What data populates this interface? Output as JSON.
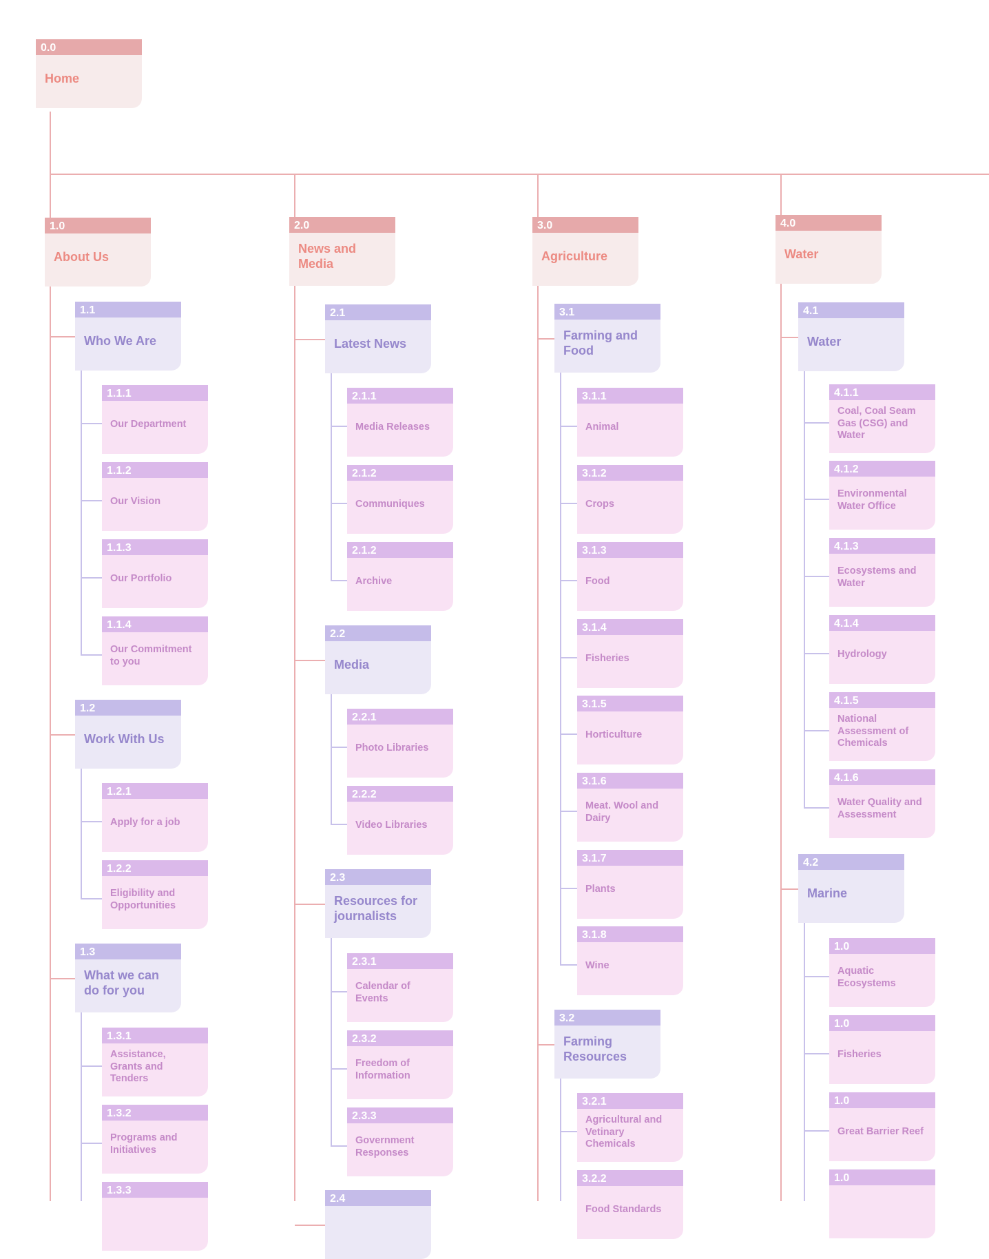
{
  "colors": {
    "connector_level0": "#ebaeb0",
    "connector_level1": "#c8c1ea",
    "l0_header": "#e6a9aa",
    "l0_body": "#f7ebeb",
    "l0_text": "#ec8a82",
    "l1_header": "#c5bce9",
    "l1_body": "#ebe8f6",
    "l1_text": "#9687cc",
    "l2_header": "#dbb9ea",
    "l2_body": "#f9e2f4",
    "l2_text": "#c58ac8"
  },
  "sitemap": {
    "root": {
      "id": "0.0",
      "label": "Home"
    },
    "sections": [
      {
        "id": "1.0",
        "label": "About Us",
        "groups": [
          {
            "id": "1.1",
            "label": "Who We Are",
            "pages": [
              {
                "id": "1.1.1",
                "label": "Our Department"
              },
              {
                "id": "1.1.2",
                "label": "Our Vision"
              },
              {
                "id": "1.1.3",
                "label": "Our Portfolio"
              },
              {
                "id": "1.1.4",
                "label": "Our Commitment to you"
              }
            ]
          },
          {
            "id": "1.2",
            "label": "Work With Us",
            "pages": [
              {
                "id": "1.2.1",
                "label": "Apply for a job"
              },
              {
                "id": "1.2.2",
                "label": "Eligibility and Opportunities"
              }
            ]
          },
          {
            "id": "1.3",
            "label": "What we can do for you",
            "pages": [
              {
                "id": "1.3.1",
                "label": "Assistance, Grants and Tenders"
              },
              {
                "id": "1.3.2",
                "label": "Programs and Initiatives"
              },
              {
                "id": "1.3.3",
                "label": ""
              }
            ]
          }
        ]
      },
      {
        "id": "2.0",
        "label": "News and Media",
        "groups": [
          {
            "id": "2.1",
            "label": "Latest News",
            "pages": [
              {
                "id": "2.1.1",
                "label": "Media Releases"
              },
              {
                "id": "2.1.2",
                "label": "Communiques"
              },
              {
                "id": "2.1.2",
                "label": "Archive"
              }
            ]
          },
          {
            "id": "2.2",
            "label": "Media",
            "pages": [
              {
                "id": "2.2.1",
                "label": "Photo Libraries"
              },
              {
                "id": "2.2.2",
                "label": "Video Libraries"
              }
            ]
          },
          {
            "id": "2.3",
            "label": "Resources for journalists",
            "pages": [
              {
                "id": "2.3.1",
                "label": "Calendar of Events"
              },
              {
                "id": "2.3.2",
                "label": "Freedom of Information"
              },
              {
                "id": "2.3.3",
                "label": "Government Responses"
              }
            ]
          },
          {
            "id": "2.4",
            "label": "",
            "pages": []
          }
        ]
      },
      {
        "id": "3.0",
        "label": "Agriculture",
        "groups": [
          {
            "id": "3.1",
            "label": "Farming and Food",
            "pages": [
              {
                "id": "3.1.1",
                "label": "Animal"
              },
              {
                "id": "3.1.2",
                "label": "Crops"
              },
              {
                "id": "3.1.3",
                "label": "Food"
              },
              {
                "id": "3.1.4",
                "label": "Fisheries"
              },
              {
                "id": "3.1.5",
                "label": "Horticulture"
              },
              {
                "id": "3.1.6",
                "label": "Meat. Wool and Dairy"
              },
              {
                "id": "3.1.7",
                "label": "Plants"
              },
              {
                "id": "3.1.8",
                "label": "Wine"
              }
            ]
          },
          {
            "id": "3.2",
            "label": "Farming Resources",
            "pages": [
              {
                "id": "3.2.1",
                "label": "Agricultural and Vetinary Chemicals"
              },
              {
                "id": "3.2.2",
                "label": "Food Standards"
              }
            ]
          }
        ]
      },
      {
        "id": "4.0",
        "label": "Water",
        "groups": [
          {
            "id": "4.1",
            "label": "Water",
            "pages": [
              {
                "id": "4.1.1",
                "label": "Coal, Coal Seam Gas (CSG) and Water"
              },
              {
                "id": "4.1.2",
                "label": "Environmental Water Office"
              },
              {
                "id": "4.1.3",
                "label": "Ecosystems and Water"
              },
              {
                "id": "4.1.4",
                "label": "Hydrology"
              },
              {
                "id": "4.1.5",
                "label": "National Assessment of Chemicals"
              },
              {
                "id": "4.1.6",
                "label": "Water Quality and Assessment"
              }
            ]
          },
          {
            "id": "4.2",
            "label": "Marine",
            "pages": [
              {
                "id": "1.0",
                "label": "Aquatic Ecosystems"
              },
              {
                "id": "1.0",
                "label": "Fisheries"
              },
              {
                "id": "1.0",
                "label": "Great Barrier Reef"
              },
              {
                "id": "1.0",
                "label": ""
              }
            ]
          }
        ]
      }
    ]
  }
}
